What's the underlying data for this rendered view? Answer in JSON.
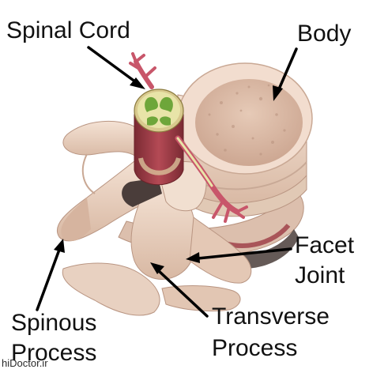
{
  "labels": {
    "spinal_cord": "Spinal Cord",
    "body": "Body",
    "facet_line1": "Facet",
    "facet_line2": "Joint",
    "spinous_line1": "Spinous",
    "spinous_line2": "Process",
    "transverse_line1": "Transverse",
    "transverse_line2": "Process"
  },
  "watermark": "hiDoctor.ir",
  "colors": {
    "bone": "#efd8c8",
    "bone_shadow": "#d3b29e",
    "vertebral_body_top": "#e3c5b3",
    "disc": "#d9c09a",
    "spinal_cord_white_matter": "#e8e4a8",
    "spinal_cord_grey_matter": "#6ea63a",
    "nerve_root": "#c8566a",
    "dura": "#9c3b44",
    "ligament_dark": "#4a3d3a"
  }
}
